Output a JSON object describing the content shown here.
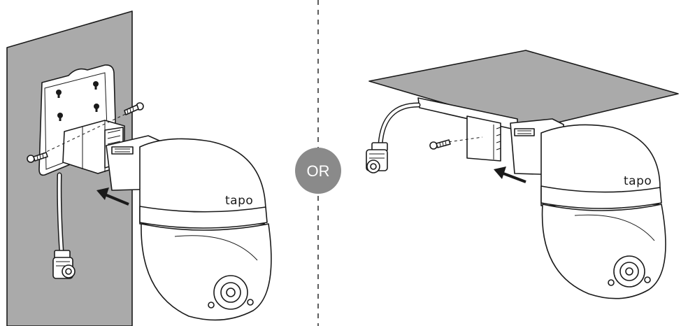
{
  "brand": {
    "left_logo": "tapo",
    "right_logo": "tapo"
  },
  "separator": {
    "label": "OR",
    "badge_color": "#8a8a8a"
  },
  "colors": {
    "wall": "#aaaaaa",
    "ceiling": "#aaaaaa",
    "line": "#1a1a1a"
  },
  "icons": [
    "screw-icon",
    "arrow-icon",
    "camera-icon",
    "mount-bracket-icon",
    "cable-connector-icon"
  ]
}
